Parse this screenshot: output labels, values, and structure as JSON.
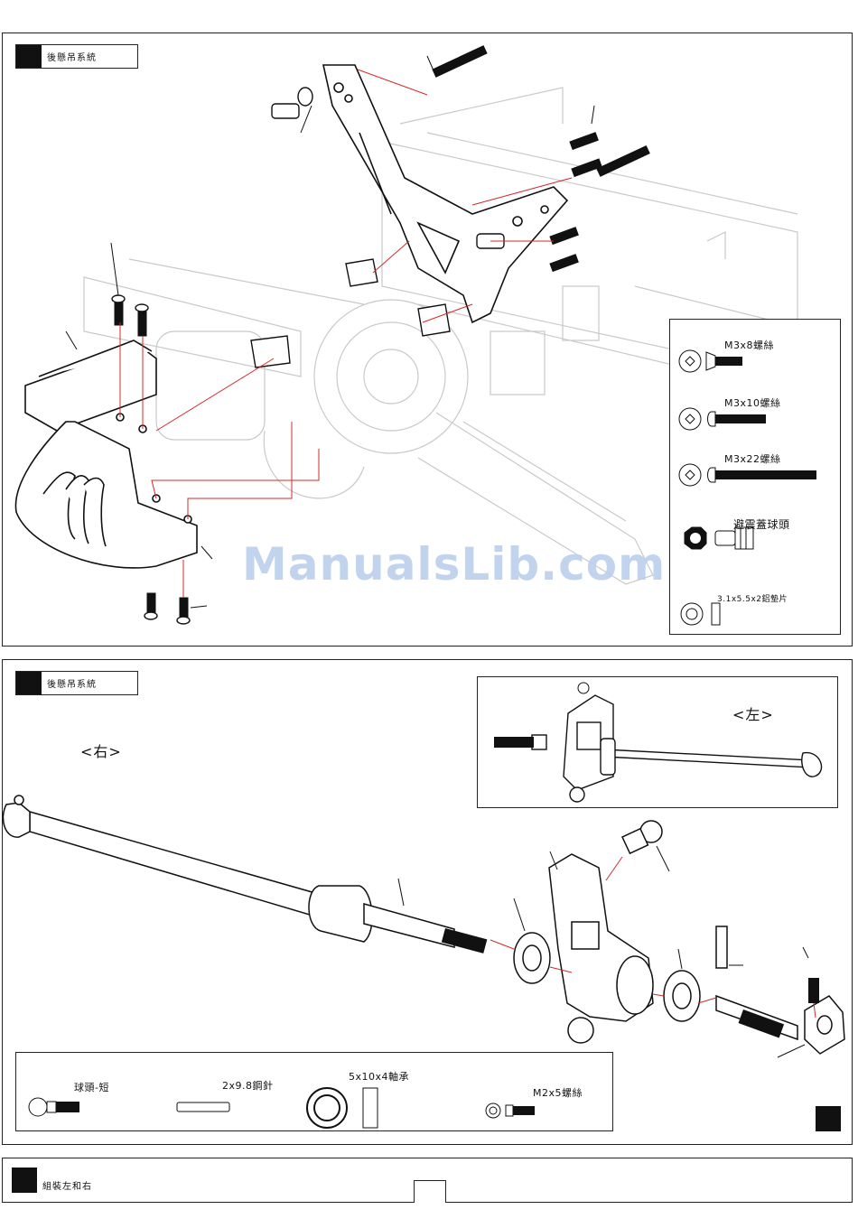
{
  "step1": {
    "title": "後懸吊系統",
    "legend": [
      {
        "label": "M3x8螺絲",
        "icon": "countersunk-screw-icon"
      },
      {
        "label": "M3x10螺絲",
        "icon": "button-head-screw-icon"
      },
      {
        "label": "M3x22螺絲",
        "icon": "long-button-head-screw-icon"
      },
      {
        "label": "避震蓋球頭",
        "icon": "shock-ball-end-icon"
      },
      {
        "label": "3.1x5.5x2鋁墊片",
        "icon": "aluminum-spacer-icon"
      }
    ]
  },
  "step2": {
    "title": "後懸吊系統",
    "left_label": "<左>",
    "right_label": "<右>",
    "legend": [
      {
        "label": "球頭-短",
        "icon": "short-ball-stud-icon"
      },
      {
        "label": "2x9.8鋼針",
        "icon": "steel-pin-icon"
      },
      {
        "label": "5x10x4軸承",
        "icon": "bearing-icon"
      },
      {
        "label": "M2x5螺絲",
        "icon": "m2-screw-icon"
      }
    ]
  },
  "step3": {
    "title": "組裝左和右"
  },
  "watermark": "ManualsLib.com"
}
